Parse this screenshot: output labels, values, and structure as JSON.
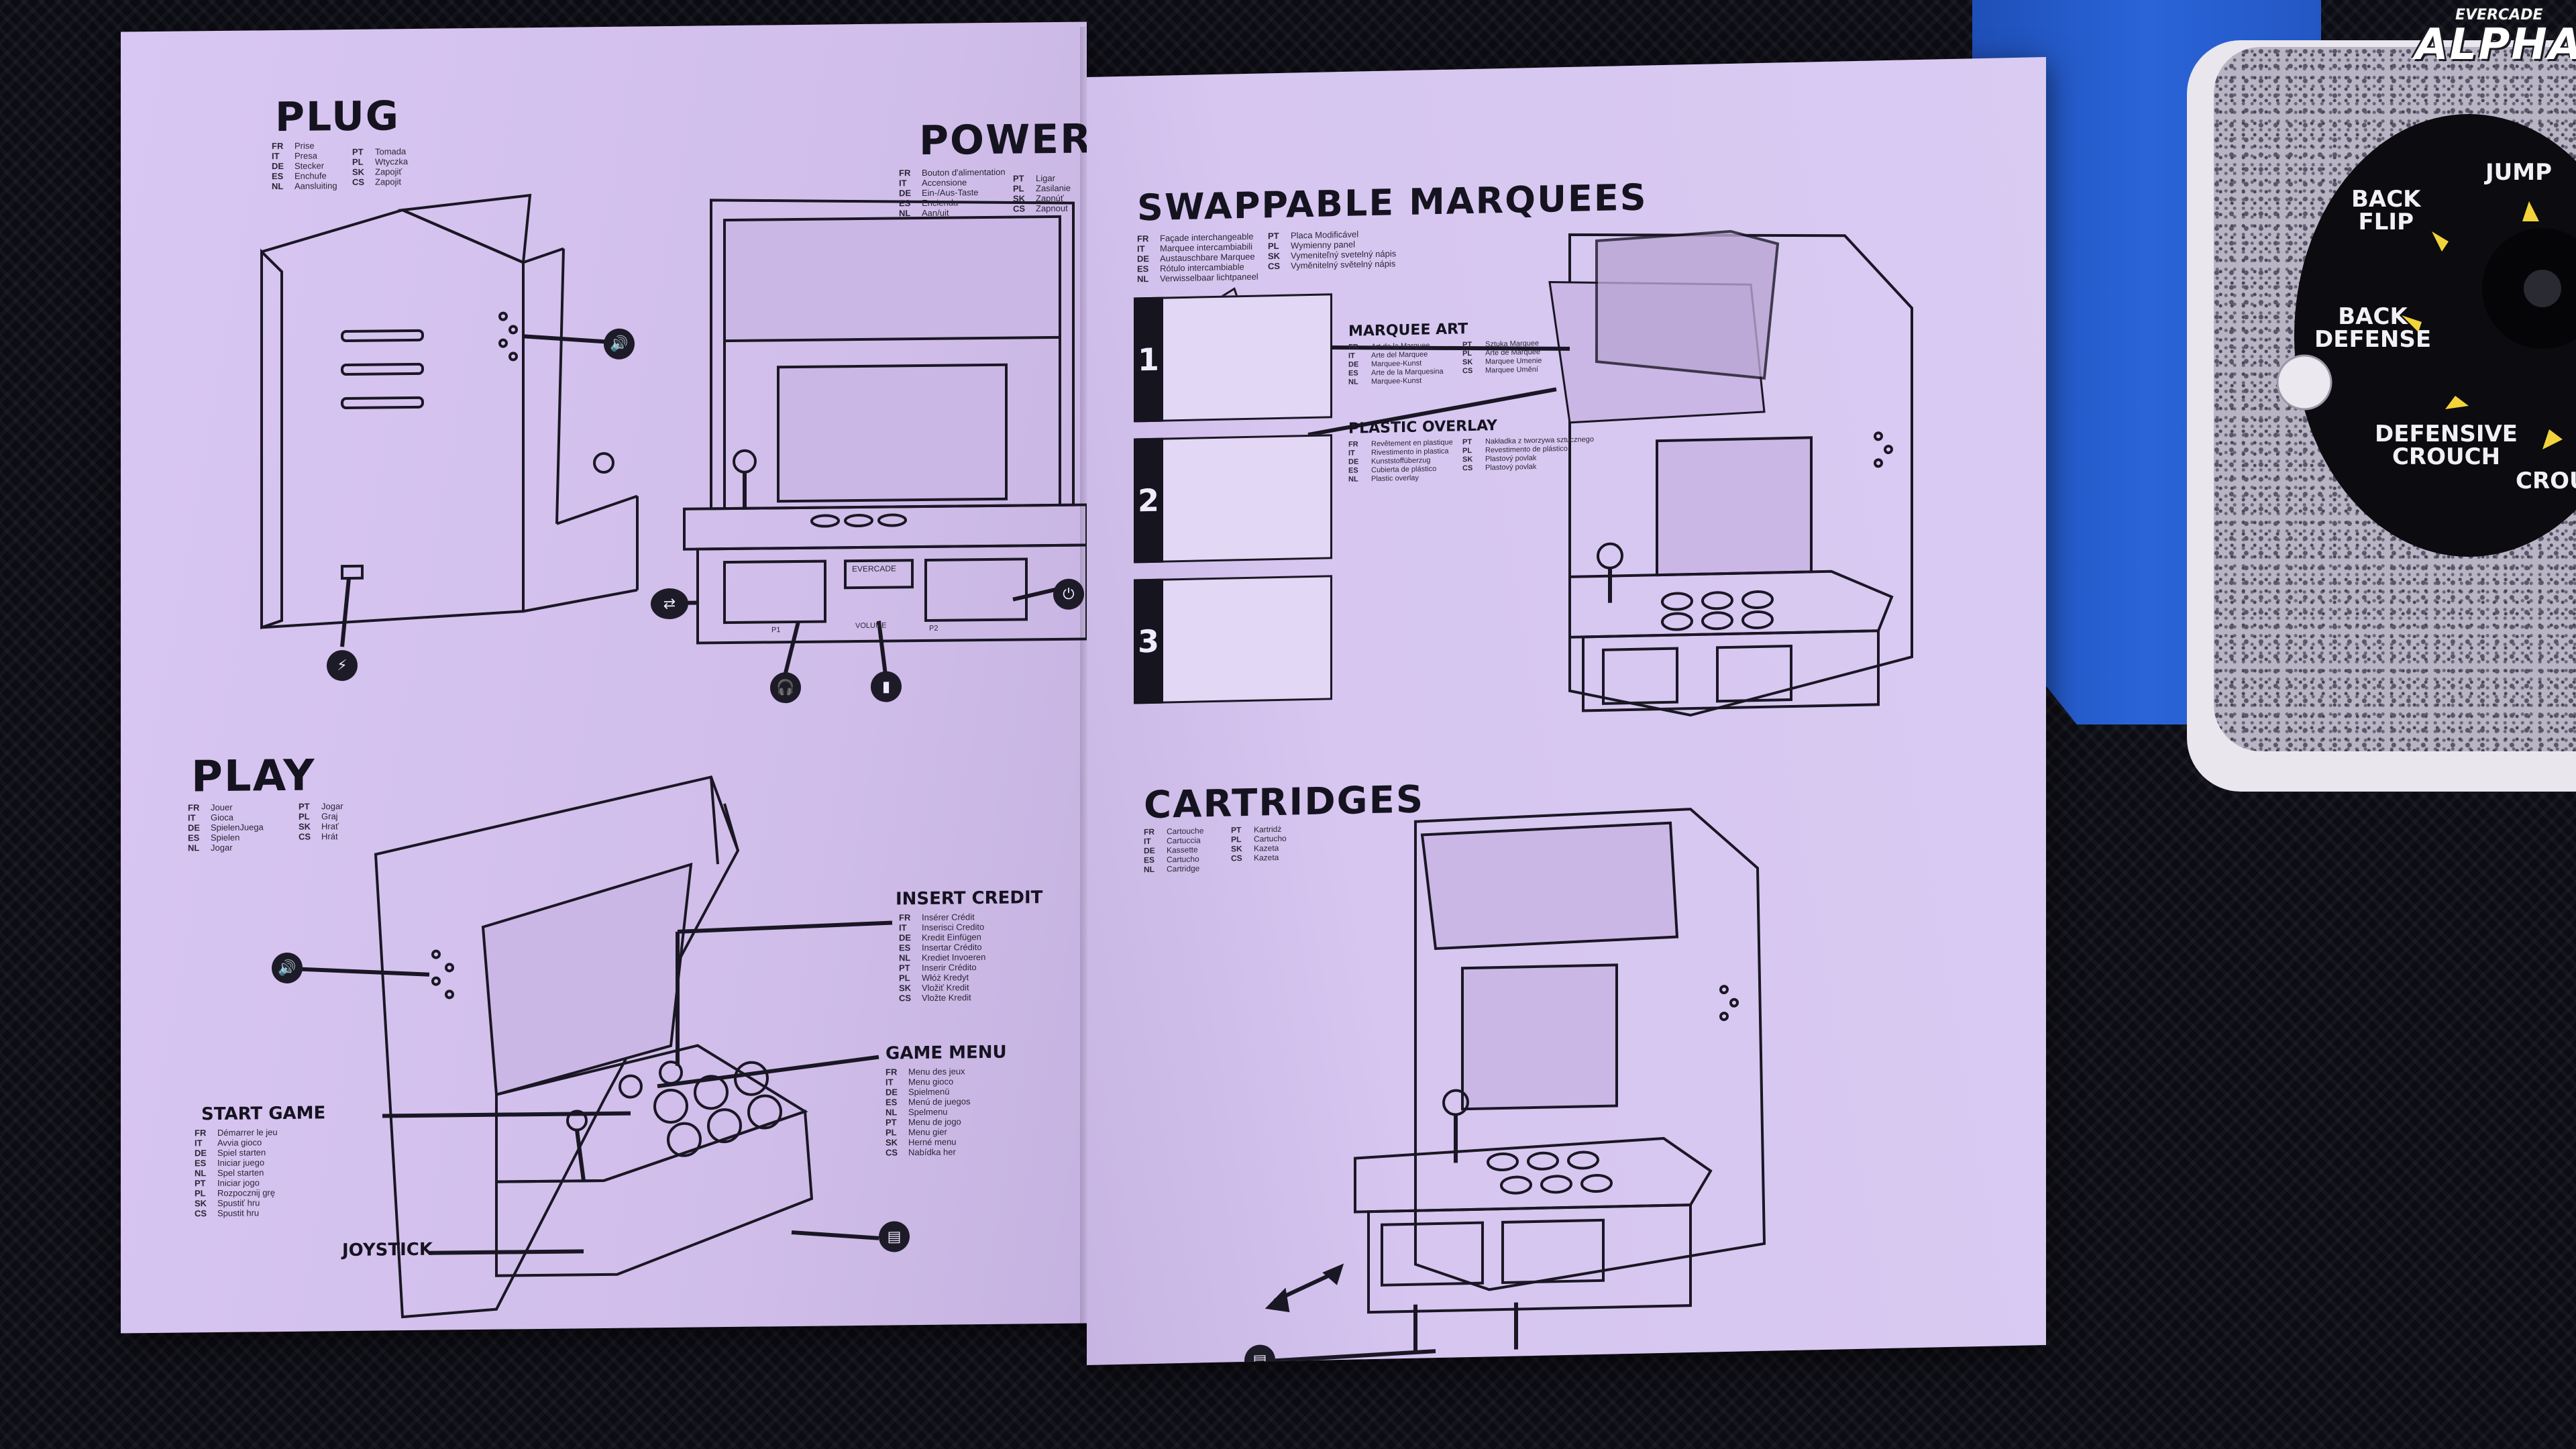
{
  "left_page": {
    "plug": {
      "title": "PLUG",
      "langs_a": [
        [
          "FR",
          "Prise"
        ],
        [
          "IT",
          "Presa"
        ],
        [
          "DE",
          "Stecker"
        ],
        [
          "ES",
          "Enchufe"
        ],
        [
          "NL",
          "Aansluiting"
        ]
      ],
      "langs_b": [
        [
          "PT",
          "Tomada"
        ],
        [
          "PL",
          "Wtyczka"
        ],
        [
          "SK",
          "Zapojiť"
        ],
        [
          "CS",
          "Zapojit"
        ]
      ]
    },
    "power": {
      "title": "POWER",
      "langs_a": [
        [
          "FR",
          "Bouton d'alimentation"
        ],
        [
          "IT",
          "Accensione"
        ],
        [
          "DE",
          "Ein-/Aus-Taste"
        ],
        [
          "ES",
          "Encienda"
        ],
        [
          "NL",
          "Aan/uit"
        ]
      ],
      "langs_b": [
        [
          "PT",
          "Ligar"
        ],
        [
          "PL",
          "Zasilanie"
        ],
        [
          "SK",
          "Zapnúť"
        ],
        [
          "CS",
          "Zapnout"
        ]
      ],
      "marquee_brand": "EVERCADE",
      "p1": "P1",
      "p2": "P2",
      "volume": "VOLUME"
    },
    "play": {
      "title": "PLAY",
      "langs_a": [
        [
          "FR",
          "Jouer"
        ],
        [
          "IT",
          "Gioca"
        ],
        [
          "DE",
          "SpielenJuega"
        ],
        [
          "ES",
          "Spielen"
        ],
        [
          "NL",
          "Jogar"
        ]
      ],
      "langs_b": [
        [
          "PT",
          "Jogar"
        ],
        [
          "PL",
          "Graj"
        ],
        [
          "SK",
          "Hrať"
        ],
        [
          "CS",
          "Hrát"
        ]
      ],
      "insert_credit": {
        "label": "INSERT CREDIT",
        "langs": [
          [
            "FR",
            "Insérer Crédit"
          ],
          [
            "IT",
            "Inserisci Credito"
          ],
          [
            "DE",
            "Kredit Einfügen"
          ],
          [
            "ES",
            "Insertar Crédito"
          ],
          [
            "NL",
            "Krediet Invoeren"
          ],
          [
            "PT",
            "Inserir Crédito"
          ],
          [
            "PL",
            "Włóż Kredyt"
          ],
          [
            "SK",
            "Vložiť Kredit"
          ],
          [
            "CS",
            "Vložte Kredit"
          ]
        ]
      },
      "game_menu": {
        "label": "GAME MENU",
        "langs": [
          [
            "FR",
            "Menu des jeux"
          ],
          [
            "IT",
            "Menu gioco"
          ],
          [
            "DE",
            "Spielmenü"
          ],
          [
            "ES",
            "Menú de juegos"
          ],
          [
            "NL",
            "Spelmenu"
          ],
          [
            "PT",
            "Menu de jogo"
          ],
          [
            "PL",
            "Menu gier"
          ],
          [
            "SK",
            "Herné menu"
          ],
          [
            "CS",
            "Nabídka her"
          ]
        ]
      },
      "start_game": {
        "label": "START GAME",
        "langs": [
          [
            "FR",
            "Démarrer le jeu"
          ],
          [
            "IT",
            "Avvia gioco"
          ],
          [
            "DE",
            "Spiel starten"
          ],
          [
            "ES",
            "Iniciar juego"
          ],
          [
            "NL",
            "Spel starten"
          ],
          [
            "PT",
            "Iniciar jogo"
          ],
          [
            "PL",
            "Rozpocznij grę"
          ],
          [
            "SK",
            "Spustiť hru"
          ],
          [
            "CS",
            "Spustit hru"
          ]
        ]
      },
      "joystick": "JOYSTICK"
    }
  },
  "right_page": {
    "marquees": {
      "title": "SWAPPABLE MARQUEES",
      "langs_a": [
        [
          "FR",
          "Façade interchangeable"
        ],
        [
          "IT",
          "Marquee intercambiabili"
        ],
        [
          "DE",
          "Austauschbare Marquee"
        ],
        [
          "ES",
          "Rótulo intercambiable"
        ],
        [
          "NL",
          "Verwisselbaar lichtpaneel"
        ]
      ],
      "langs_b": [
        [
          "PT",
          "Placa Modificável"
        ],
        [
          "PL",
          "Wymienny panel"
        ],
        [
          "SK",
          "Vymeniteľný svetelný nápis"
        ],
        [
          "CS",
          "Vyměnitelný světelný nápis"
        ]
      ],
      "steps": [
        "1",
        "2",
        "3"
      ],
      "marquee_art": {
        "label": "MARQUEE ART",
        "langs_a": [
          [
            "FR",
            "Art de la Marquee"
          ],
          [
            "IT",
            "Arte del Marquee"
          ],
          [
            "DE",
            "Marquee-Kunst"
          ],
          [
            "ES",
            "Arte de la Marquesina"
          ],
          [
            "NL",
            "Marquee-Kunst"
          ]
        ],
        "langs_b": [
          [
            "PT",
            "Sztuka Marquee"
          ],
          [
            "PL",
            "Arte de Marquee"
          ],
          [
            "SK",
            "Marquee Umenie"
          ],
          [
            "CS",
            "Marquee Umění"
          ]
        ]
      },
      "plastic_overlay": {
        "label": "PLASTIC OVERLAY",
        "langs_a": [
          [
            "FR",
            "Revêtement en plastique"
          ],
          [
            "IT",
            "Rivestimento in plastica"
          ],
          [
            "DE",
            "Kunststoffüberzug"
          ],
          [
            "ES",
            "Cubierta de plástico"
          ],
          [
            "NL",
            "Plastic overlay"
          ]
        ],
        "langs_b": [
          [
            "PT",
            "Nakładka z tworzywa sztucznego"
          ],
          [
            "PL",
            "Revestimento de plástico"
          ],
          [
            "SK",
            "Plastový povlak"
          ],
          [
            "CS",
            "Plastový povlak"
          ]
        ]
      }
    },
    "cartridges": {
      "title": "CARTRIDGES",
      "langs_a": [
        [
          "FR",
          "Cartouche"
        ],
        [
          "IT",
          "Cartuccia"
        ],
        [
          "DE",
          "Kassette"
        ],
        [
          "ES",
          "Cartucho"
        ],
        [
          "NL",
          "Cartridge"
        ]
      ],
      "langs_b": [
        [
          "PT",
          "Kartridż"
        ],
        [
          "PL",
          "Cartucho"
        ],
        [
          "SK",
          "Kazeta"
        ],
        [
          "CS",
          "Kazeta"
        ]
      ]
    }
  },
  "box": {
    "brand_small": "EVERCADE",
    "brand": "ALPHA",
    "moves": {
      "back_flip": "BACK\nFLIP",
      "jump": "JUMP",
      "back_defense": "BACK\nDEFENSE",
      "defensive_crouch": "DEFENSIVE\nCROUCH",
      "crouch": "CROUC"
    }
  },
  "icons": {
    "speaker": "speaker-icon",
    "power": "power-icon",
    "lightning": "lightning-icon",
    "headphones": "headphones-icon",
    "volume": "volume-bars-icon",
    "cartridge": "cartridge-icon",
    "switch": "switch-icon"
  },
  "colors": {
    "paper": "#d6c6f0",
    "ink": "#15131f",
    "box_blue": "#2a64d8"
  }
}
